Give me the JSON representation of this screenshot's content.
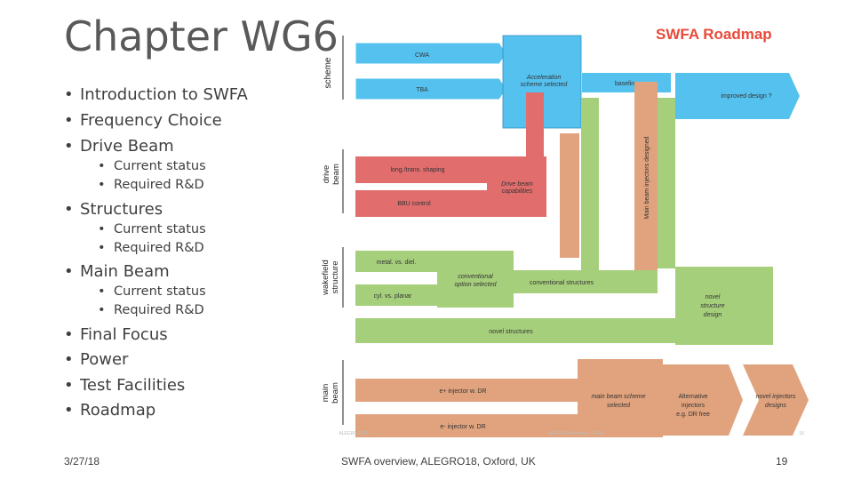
{
  "title": "Chapter WG6",
  "roadmap_title": "SWFA Roadmap",
  "outline": [
    {
      "level": 1,
      "text": "Introduction to SWFA"
    },
    {
      "level": 1,
      "text": "Frequency Choice"
    },
    {
      "level": 1,
      "text": "Drive Beam"
    },
    {
      "level": 2,
      "text": "Current status"
    },
    {
      "level": 2,
      "text": "Required R&D"
    },
    {
      "level": 1,
      "text": "Structures"
    },
    {
      "level": 2,
      "text": "Current status"
    },
    {
      "level": 2,
      "text": "Required R&D"
    },
    {
      "level": 1,
      "text": "Main Beam"
    },
    {
      "level": 2,
      "text": "Current status"
    },
    {
      "level": 2,
      "text": "Required R&D"
    },
    {
      "level": 1,
      "text": "Final Focus"
    },
    {
      "level": 1,
      "text": "Power"
    },
    {
      "level": 1,
      "text": "Test Facilities"
    },
    {
      "level": 1,
      "text": "Roadmap"
    }
  ],
  "diagram": {
    "rows": {
      "scheme": "scheme",
      "drive_beam": [
        "drive",
        "beam"
      ],
      "wakefield_structure": [
        "wakefield",
        "structure"
      ],
      "main_beam": [
        "main",
        "beam"
      ]
    },
    "labels": {
      "cwa": "CWA",
      "tba": "TBA",
      "acceleration_scheme": [
        "Acceleration",
        "scheme selected"
      ],
      "baseline": "baseline",
      "improved_design": "improved design ?",
      "long_trans_shaping": "long./trans. shaping",
      "bbu_control": "BBU control",
      "drive_beam_capabilities": [
        "Drive beam",
        "capabilities"
      ],
      "main_beam_injectors_designed": "Main beam injectors designed",
      "metal_vs_diel": "metal. vs. diel.",
      "cyl_vs_planar": "cyl. vs. planar",
      "conventional_option": [
        "conventional",
        "option selected"
      ],
      "conventional_structures": "conventional structures",
      "novel_structure_design": [
        "novel",
        "structure",
        "design"
      ],
      "novel_structures": "novel structures",
      "injector_e_plus": "e+ injector w. DR",
      "injector_e_minus": "e- injector w. DR",
      "main_beam_scheme": [
        "main beam scheme",
        "selected"
      ],
      "alternative_injectors": [
        "Alternative",
        "injectors",
        "e.g. DR free"
      ],
      "novel_injectors": [
        "novel injectors",
        "designs"
      ],
      "faint_left": "ALEGRO 2018",
      "faint_mid": "ALEGRO Workshop, CERN",
      "faint_right": "18"
    }
  },
  "colors": {
    "blue": "#55c1ef",
    "red": "#e26d6d",
    "orange": "#e0a37e",
    "green": "#a6cf7c",
    "title_red": "#e84a3a"
  },
  "footer": {
    "date": "3/27/18",
    "center": "SWFA overview, ALEGRO18, Oxford, UK",
    "page": "19"
  }
}
